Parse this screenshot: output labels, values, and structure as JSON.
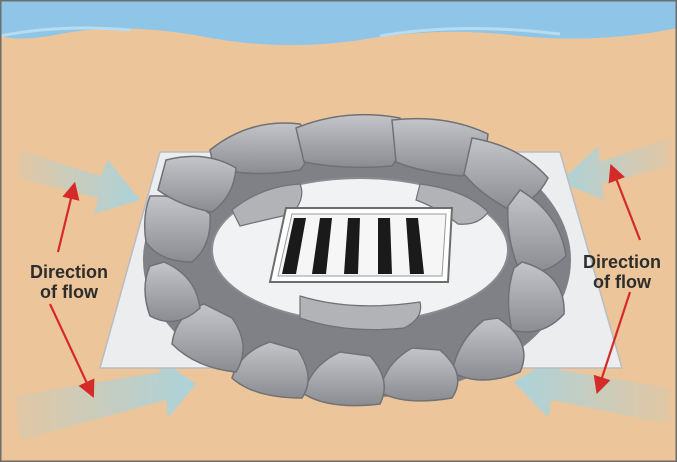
{
  "diagram": {
    "left_label": {
      "line1": "Direction",
      "line2": "of flow"
    },
    "right_label": {
      "line1": "Direction",
      "line2": "of flow"
    }
  },
  "colors": {
    "water": "#8fc6e8",
    "ground": "#ecc59a",
    "sheet": "#ecedef",
    "sandbag": "#a4a6aa",
    "sandbag_dark": "#6f7176",
    "grate_slot": "#1a1a1a",
    "flow_arrow": "#a8d3dd",
    "pointer_arrow": "#d42a2a",
    "frame": "#6d6d6d"
  },
  "icons": [
    "storm-drain-grate-icon",
    "sandbag-ring-icon",
    "flow-arrow-icon"
  ]
}
